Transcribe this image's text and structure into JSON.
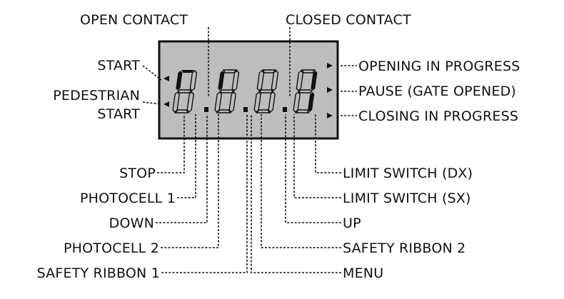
{
  "labels": {
    "open_contact": "OPEN CONTACT",
    "closed_contact": "CLOSED CONTACT",
    "start": "START",
    "pedestrian_line1": "PEDESTRIAN",
    "pedestrian_line2": "START",
    "opening_in_progress": "OPENING IN PROGRESS",
    "pause_gate_opened": "PAUSE (GATE OPENED)",
    "closing_in_progress": "CLOSING IN PROGRESS",
    "stop": "STOP",
    "photocell_1": "PHOTOCELL 1",
    "down": "DOWN",
    "photocell_2": "PHOTOCELL 2",
    "safety_ribbon_1": "SAFETY RIBBON 1",
    "limit_switch_dx": "LIMIT SWITCH (DX)",
    "limit_switch_sx": "LIMIT SWITCH (SX)",
    "up": "UP",
    "safety_ribbon_2": "SAFETY RIBBON 2",
    "menu": "MENU"
  },
  "colors": {
    "display_background": "#bdbdbd",
    "segment_on": "#111111",
    "segment_off": "#bdbdbd",
    "line": "#111111"
  }
}
